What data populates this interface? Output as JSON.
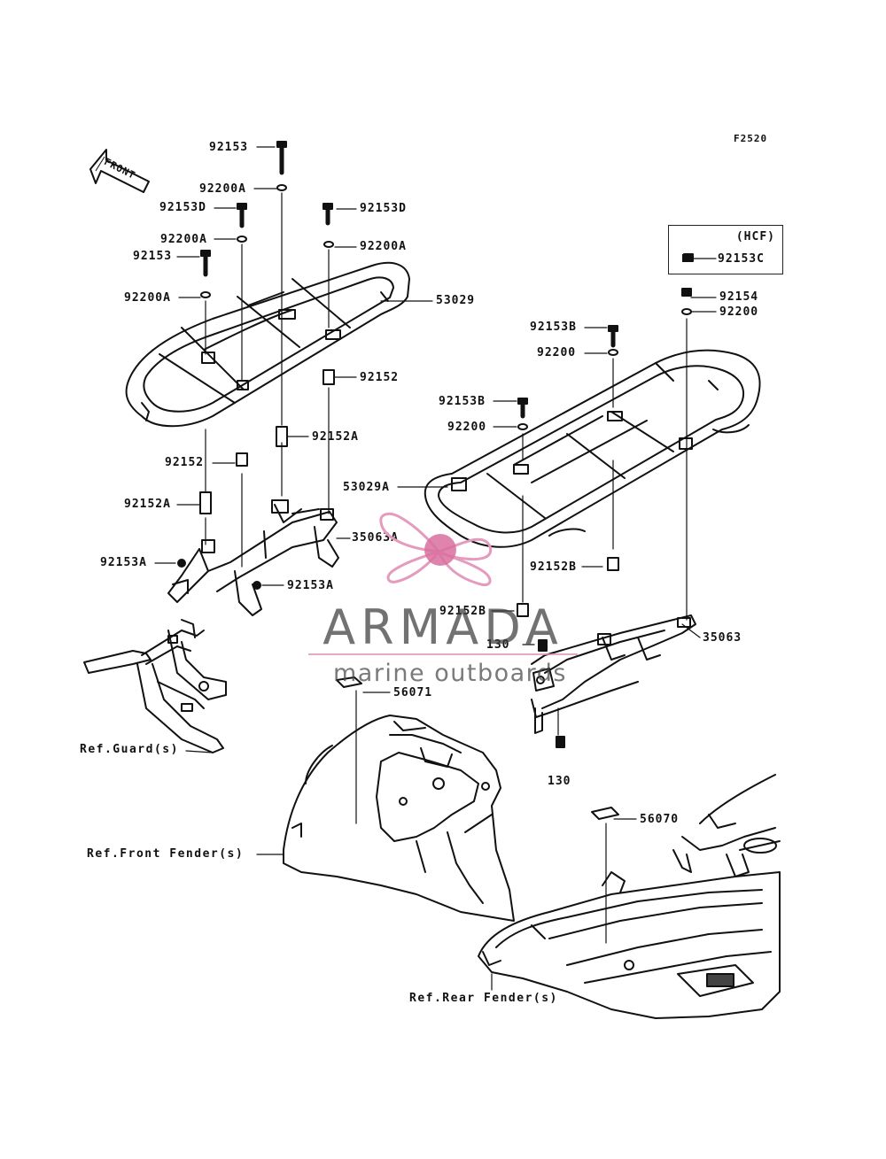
{
  "figure_code": "F2520",
  "front_arrow_text": "FRONT",
  "hcf_box": {
    "label": "(HCF)",
    "part": "92153C"
  },
  "part_labels": [
    {
      "id": "p1",
      "text": "92153"
    },
    {
      "id": "p2",
      "text": "92200A"
    },
    {
      "id": "p3",
      "text": "92153D"
    },
    {
      "id": "p4",
      "text": "92153D"
    },
    {
      "id": "p5",
      "text": "92200A"
    },
    {
      "id": "p6",
      "text": "92200A"
    },
    {
      "id": "p7",
      "text": "92153"
    },
    {
      "id": "p8",
      "text": "92200A"
    },
    {
      "id": "p9",
      "text": "53029"
    },
    {
      "id": "p10",
      "text": "92152"
    },
    {
      "id": "p11",
      "text": "92152A"
    },
    {
      "id": "p12",
      "text": "92152"
    },
    {
      "id": "p13",
      "text": "92152A"
    },
    {
      "id": "p14",
      "text": "35063A"
    },
    {
      "id": "p15",
      "text": "92153A"
    },
    {
      "id": "p16",
      "text": "92153A"
    },
    {
      "id": "p17",
      "text": "92154"
    },
    {
      "id": "p18",
      "text": "92200"
    },
    {
      "id": "p19",
      "text": "92153B"
    },
    {
      "id": "p20",
      "text": "92200"
    },
    {
      "id": "p21",
      "text": "92153B"
    },
    {
      "id": "p22",
      "text": "92200"
    },
    {
      "id": "p23",
      "text": "53029A"
    },
    {
      "id": "p24",
      "text": "92152B"
    },
    {
      "id": "p25",
      "text": "92152B"
    },
    {
      "id": "p26",
      "text": "130"
    },
    {
      "id": "p27",
      "text": "35063"
    },
    {
      "id": "p28",
      "text": "56071"
    },
    {
      "id": "p29",
      "text": "130"
    },
    {
      "id": "p30",
      "text": "56070"
    }
  ],
  "refs": {
    "guard": "Ref.Guard(s)",
    "front_fender": "Ref.Front Fender(s)",
    "rear_fender": "Ref.Rear Fender(s)"
  },
  "watermark": {
    "brand": "ARMADA",
    "tagline": "marine outboards",
    "colors": {
      "propeller": "#e59bbd",
      "hub": "#d9709f",
      "text": "#555555",
      "underline": "#dc96b4"
    }
  },
  "colors": {
    "line": "#111111",
    "background": "#ffffff"
  }
}
